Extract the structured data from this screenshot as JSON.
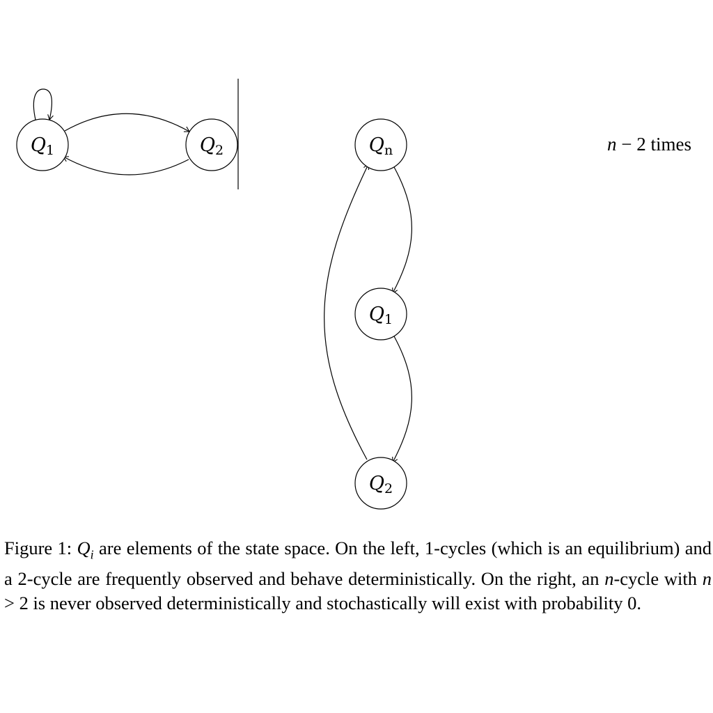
{
  "left_diagram": {
    "nodes": [
      {
        "id": "q1",
        "base": "Q",
        "sub": "1"
      },
      {
        "id": "q2",
        "base": "Q",
        "sub": "2"
      }
    ]
  },
  "right_diagram": {
    "nodes": [
      {
        "id": "qn",
        "base": "Q",
        "sub": "n"
      },
      {
        "id": "q1",
        "base": "Q",
        "sub": "1"
      },
      {
        "id": "q2",
        "base": "Q",
        "sub": "2"
      }
    ],
    "annotation": {
      "var": "n",
      "rest": " − 2 times"
    }
  },
  "caption": {
    "prefix": "Figure 1: ",
    "q": "Q",
    "qsub": "i",
    "part1": " are elements of the state space. On the left, 1-cycles (which is an equilibrium) and a 2-cycle are frequently observed and behave deterministically. On the right, an ",
    "n1": "n",
    "part2": "-cycle with ",
    "n2": "n",
    "part3": " > 2 is never observed deterministically and stochastically will exist with probability 0."
  }
}
